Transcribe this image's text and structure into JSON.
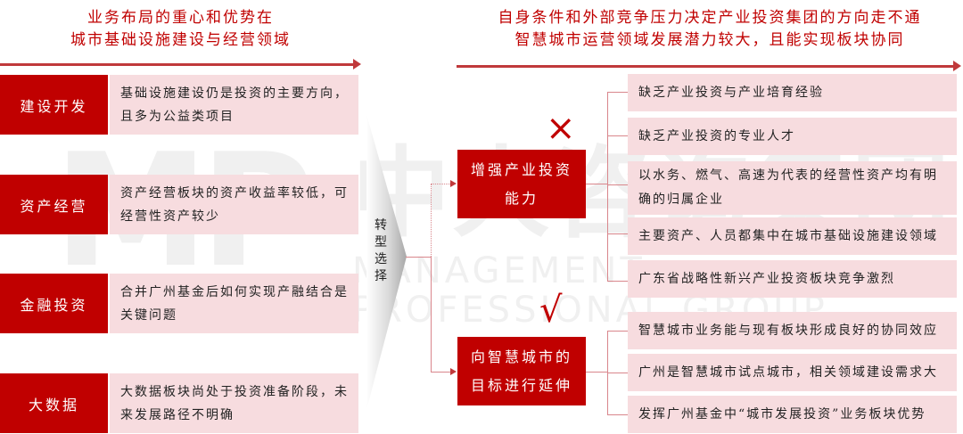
{
  "header_left": {
    "line1": "业务布局的重心和优势在",
    "line2": "城市基础设施建设与经营领域"
  },
  "header_right": {
    "line1": "自身条件和外部竞争压力决定产业投资集团的方向走不通",
    "line2": "智慧城市运营领域发展潜力较大，且能实现板块协同"
  },
  "business_rows": [
    {
      "label": "建设开发",
      "description": "基础设施建设仍是投资的主要方向，且多为公益类项目"
    },
    {
      "label": "资产经营",
      "description": "资产经营板块的资产收益率较低，可经营性资产较少"
    },
    {
      "label": "金融投资",
      "description": "合并广州基金后如何实现产融结合是关键问题"
    },
    {
      "label": "大数据",
      "description": "大数据板块尚处于投资准备阶段，未来发展路径不明确"
    }
  ],
  "transition": {
    "label": "转型选择"
  },
  "options": [
    {
      "label": "增强产业投资能力",
      "verdict": "×",
      "verdict_icon": "cross-icon",
      "reasons": [
        "缺乏产业投资与产业培育经验",
        "缺乏产业投资的专业人才",
        "以水务、燃气、高速为代表的经营性资产均有明确的归属企业",
        "主要资产、人员都集中在城市基础设施建设领域",
        "广东省战略性新兴产业投资板块竞争激烈"
      ]
    },
    {
      "label": "向智慧城市的目标进行延伸",
      "verdict": "√",
      "verdict_icon": "check-icon",
      "reasons": [
        "智慧城市业务能与现有板块形成良好的协同效应",
        "广州是智慧城市试点城市，相关领域建设需求大",
        "发挥广州基金中“城市发展投资”业务板块优势"
      ]
    }
  ],
  "watermark": {
    "logo": "MP",
    "cn": "中大咨询集团",
    "en": "MANAGEMENT PROFESSIONAL GROUP"
  },
  "colors": {
    "primary_red": "#c00000",
    "pale_pink": "#f7dcdf",
    "arrow_red": "#c0393b",
    "connector": "#d9868c"
  }
}
